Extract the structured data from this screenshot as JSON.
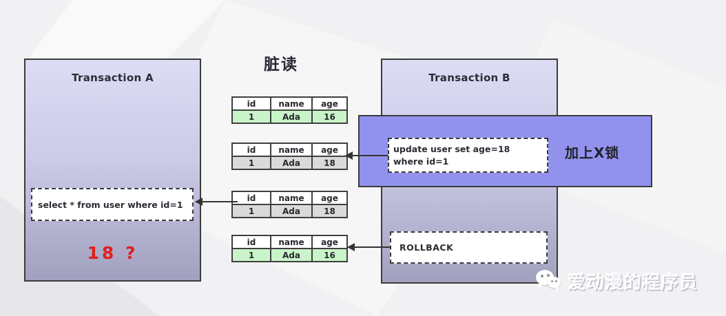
{
  "title": "脏读",
  "transaction_a": {
    "title": "Transaction A",
    "select_query": "select * from user where id=1",
    "read_result": "18  ?"
  },
  "transaction_b": {
    "title": "Transaction B",
    "rollback_label": "ROLLBACK"
  },
  "x_lock_band": {
    "update_query": "update user set age=18 where id=1",
    "label": "加上X锁"
  },
  "tables": [
    {
      "headers": [
        "id",
        "name",
        "age"
      ],
      "row": [
        "1",
        "Ada",
        "16"
      ],
      "row_bg": "#c9f4c9"
    },
    {
      "headers": [
        "id",
        "name",
        "age"
      ],
      "row": [
        "1",
        "Ada",
        "18"
      ],
      "row_bg": "#dadada"
    },
    {
      "headers": [
        "id",
        "name",
        "age"
      ],
      "row": [
        "1",
        "Ada",
        "18"
      ],
      "row_bg": "#dadada"
    },
    {
      "headers": [
        "id",
        "name",
        "age"
      ],
      "row": [
        "1",
        "Ada",
        "16"
      ],
      "row_bg": "#c9f4c9"
    }
  ],
  "watermark": {
    "text": "爱动漫的程序员"
  },
  "colors": {
    "box_gradient_top": "#dcdcf5",
    "box_gradient_bottom": "#a1a1bf",
    "x_lock_band_fill": "#9292ee",
    "row_green": "#c9f4c9",
    "row_gray": "#dadada",
    "result_red": "#e11d1d",
    "border_dark": "#3b3b3b"
  }
}
